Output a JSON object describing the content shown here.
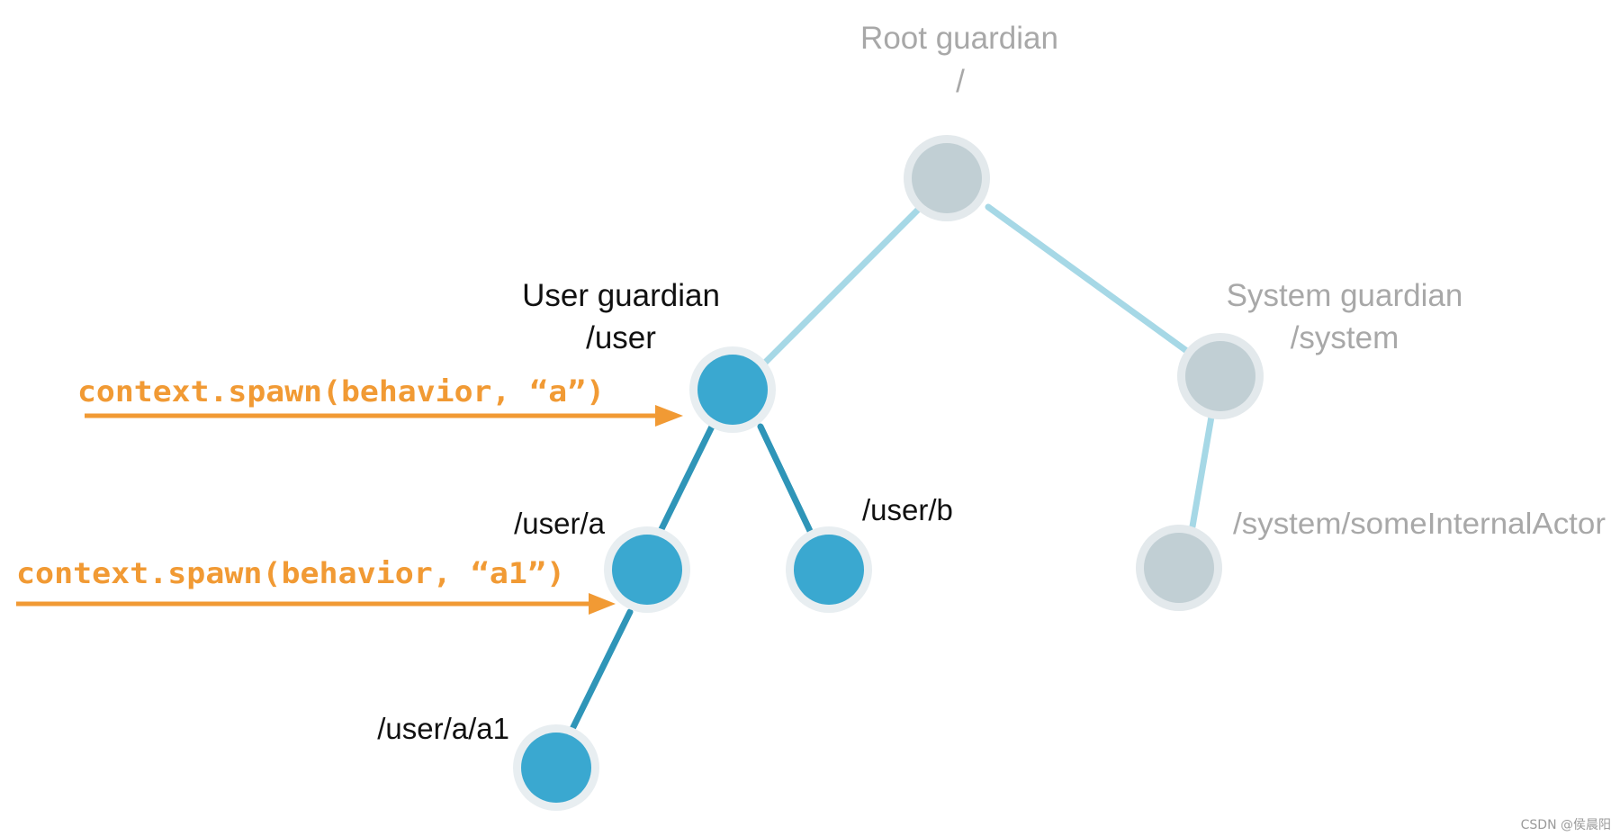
{
  "colors": {
    "active_node": "#3aa8d0",
    "active_ring": "#e8eef1",
    "active_edge": "#2f95b8",
    "inactive_node": "#c1cfd4",
    "inactive_ring": "#e3e9ec",
    "inactive_edge": "#a6d8e6",
    "arrow": "#f19a34",
    "label_dark": "#111111",
    "label_gray": "#a8a8a8",
    "watermark": "#9a9a9a"
  },
  "labels": {
    "root_title": "Root guardian",
    "root_path": "/",
    "user_title": "User guardian",
    "user_path": "/user",
    "system_title": "System guardian",
    "system_path": "/system",
    "user_a": "/user/a",
    "user_b": "/user/b",
    "user_a_a1": "/user/a/a1",
    "system_internal": "/system/someInternalActor"
  },
  "spawn_calls": {
    "spawn_a": "context.spawn(behavior, “a”)",
    "spawn_a1": "context.spawn(behavior, “a1”)"
  },
  "watermark": "CSDN @侯晨阳"
}
